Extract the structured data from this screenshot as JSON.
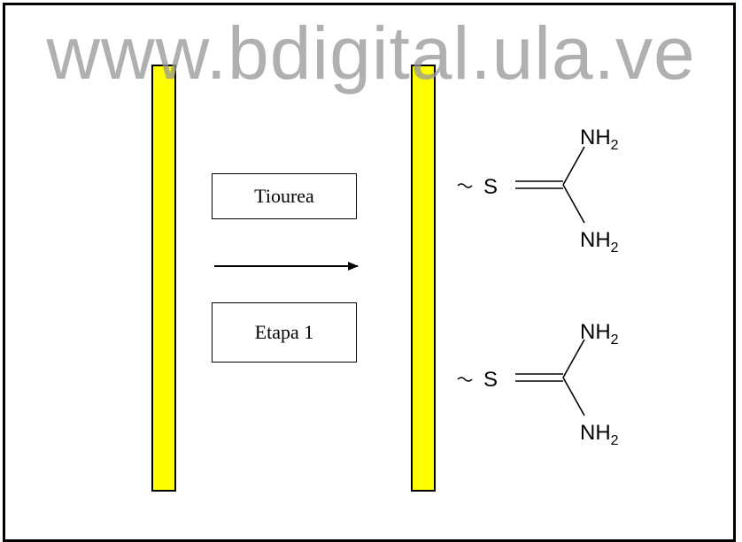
{
  "watermark": "www.bdigital.ula.ve",
  "reagent_label": "Tiourea",
  "step_label": "Etapa 1",
  "bar_color": "#ffff00",
  "molecules": [
    {
      "sulfur": "S",
      "amine_top": "NH",
      "amine_top_sub": "2",
      "amine_bottom": "NH",
      "amine_bottom_sub": "2"
    },
    {
      "sulfur": "S",
      "amine_top": "NH",
      "amine_top_sub": "2",
      "amine_bottom": "NH",
      "amine_bottom_sub": "2"
    }
  ]
}
